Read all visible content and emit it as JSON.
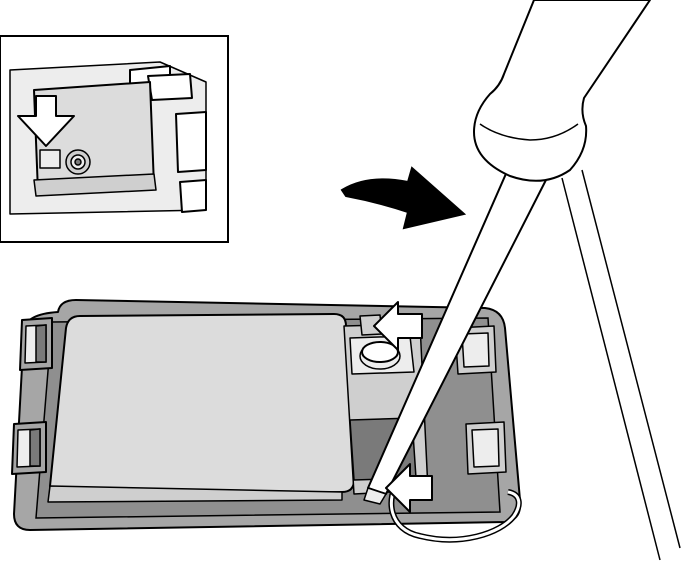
{
  "figure": {
    "kind": "technical line illustration",
    "palette": {
      "line": "#000000",
      "background": "#ffffff",
      "tray_fill": "#a6a6a6",
      "tray_inner": "#8f8f8f",
      "battery_fill": "#dcdcdc",
      "light_fill": "#ededed",
      "mid_fill": "#cfcfcf",
      "dark_fill": "#7a7a7a",
      "arrow_fill": "#ffffff",
      "curved_arrow_fill": "#000000"
    },
    "parts": [
      {
        "name": "inset-detail",
        "icon": "battery-label-detail"
      },
      {
        "name": "screwdriver",
        "icon": "flat-screwdriver"
      },
      {
        "name": "battery-tray",
        "icon": "battery-tray"
      },
      {
        "name": "battery-pack",
        "icon": "battery-pack"
      },
      {
        "name": "coin-cell",
        "icon": "coin-cell-battery"
      },
      {
        "name": "cable-loop",
        "icon": "cable-loop"
      }
    ],
    "arrows": [
      {
        "name": "inset-down-arrow",
        "direction": "down",
        "style": "outline"
      },
      {
        "name": "pry-arrow-upper",
        "direction": "right",
        "style": "outline"
      },
      {
        "name": "pry-arrow-lower",
        "direction": "right",
        "style": "outline"
      },
      {
        "name": "lever-rotation-arrow",
        "direction": "clockwise",
        "style": "solid"
      }
    ]
  }
}
